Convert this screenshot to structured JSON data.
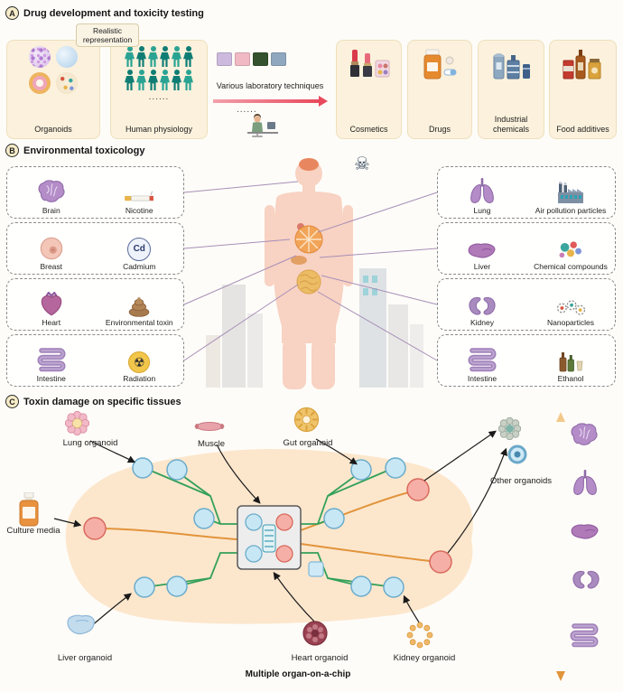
{
  "icons": {
    "radiation": "☢",
    "skull": "☠"
  },
  "panelA": {
    "badge": "A",
    "title": "Drug development and toxicity testing",
    "tag": "Realistic representation",
    "organoids_label": "Organoids",
    "human_label": "Human physiology",
    "techniques_label": "Various laboratory techniques",
    "dots": "......",
    "cosmetics_label": "Cosmetics",
    "drugs_label": "Drugs",
    "chemicals_label": "Industrial chemicals",
    "food_label": "Food additives"
  },
  "panelB": {
    "badge": "B",
    "title": "Environmental toxicology",
    "cd_symbol": "Cd",
    "left": [
      {
        "organ": "Brain",
        "toxin": "Nicotine"
      },
      {
        "organ": "Breast",
        "toxin": "Cadmium"
      },
      {
        "organ": "Heart",
        "toxin": "Environmental toxin"
      },
      {
        "organ": "Intestine",
        "toxin": "Radiation"
      }
    ],
    "right": [
      {
        "organ": "Lung",
        "toxin": "Air pollution particles"
      },
      {
        "organ": "Liver",
        "toxin": "Chemical compounds"
      },
      {
        "organ": "Kidney",
        "toxin": "Nanoparticles"
      },
      {
        "organ": "Intestine",
        "toxin": "Ethanol"
      }
    ]
  },
  "panelC": {
    "badge": "C",
    "title": "Toxin damage on specific tissues",
    "lung_label": "Lung organoid",
    "muscle_label": "Muscle",
    "gut_label": "Gut organoid",
    "culture_label": "Culture media",
    "other_label": "Other organoids",
    "liver_label": "Liver organoid",
    "heart_label": "Heart organoid",
    "kidney_label": "Kidney organoid",
    "caption": "Multiple organ-on-a-chip"
  },
  "colors": {
    "accent_teal": "#2aa393",
    "arrow_red": "#e8495c",
    "channel_green": "#33a05a",
    "channel_orange": "#e2943c",
    "organ_purple": "#b48cc8",
    "blob_orange": "#fbe3c6"
  }
}
